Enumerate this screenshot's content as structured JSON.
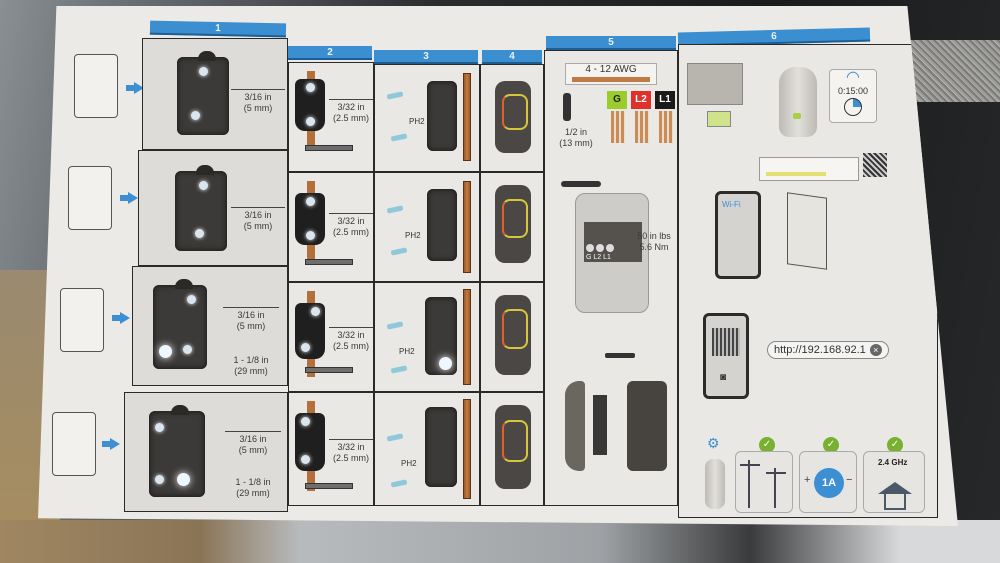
{
  "document": {
    "type": "Wall connector installation quick guide (photographed fold-out sheet)",
    "steps": [
      {
        "number": "1",
        "header": "1"
      },
      {
        "number": "2",
        "header": "2"
      },
      {
        "number": "3",
        "header": "3"
      },
      {
        "number": "4",
        "header": "4"
      },
      {
        "number": "5",
        "header": "5"
      },
      {
        "number": "6",
        "header": "6"
      }
    ],
    "rows": [
      {
        "drill_hole": "3/16 in",
        "drill_hole_mm": "(5 mm)",
        "pilot_hole": "3/32 in",
        "pilot_hole_mm": "(2.5 mm)",
        "screwdriver": "PH2"
      },
      {
        "drill_hole": "3/16 in",
        "drill_hole_mm": "(5 mm)",
        "pilot_hole": "3/32 in",
        "pilot_hole_mm": "(2.5 mm)",
        "screwdriver": "PH2"
      },
      {
        "drill_hole": "3/16 in",
        "drill_hole_mm": "(5 mm)",
        "conduit_hole": "1 - 1/8 in",
        "conduit_hole_mm": "(29 mm)",
        "pilot_hole": "3/32 in",
        "pilot_hole_mm": "(2.5 mm)",
        "screwdriver": "PH2"
      },
      {
        "drill_hole": "3/16 in",
        "drill_hole_mm": "(5 mm)",
        "conduit_hole": "1 - 1/8 in",
        "conduit_hole_mm": "(29 mm)",
        "pilot_hole": "3/32 in",
        "pilot_hole_mm": "(2.5 mm)",
        "screwdriver": "PH2"
      }
    ],
    "step5": {
      "wire_gauge": "4 - 12 AWG",
      "strip_length": "1/2 in",
      "strip_length_mm": "(13 mm)",
      "terminals": [
        {
          "label": "G",
          "color": "#9ccc2c",
          "text_color": "#222222"
        },
        {
          "label": "L2",
          "color": "#e0302a",
          "text_color": "#ffffff"
        },
        {
          "label": "L1",
          "color": "#1a1a1a",
          "text_color": "#ffffff"
        }
      ],
      "terminal_order": "G L2 L1",
      "torque": "50 in lbs",
      "torque_metric": "5.6 Nm"
    },
    "step6": {
      "timer": "0:15:00",
      "wifi_label": "Wi-Fi",
      "url": "http://192.168.92.1",
      "requirements": [
        {
          "name": "power-lines",
          "check": "✓"
        },
        {
          "name": "amperage",
          "check": "✓",
          "badge": "1A",
          "plus": "+",
          "minus": "−"
        },
        {
          "name": "home-wifi",
          "check": "✓",
          "band": "2.4 GHz"
        }
      ],
      "settings_icon": "⚙"
    }
  },
  "colors": {
    "accent_blue": "#3b8fd0",
    "check_green": "#7ab030",
    "paper": "#eceae6"
  }
}
